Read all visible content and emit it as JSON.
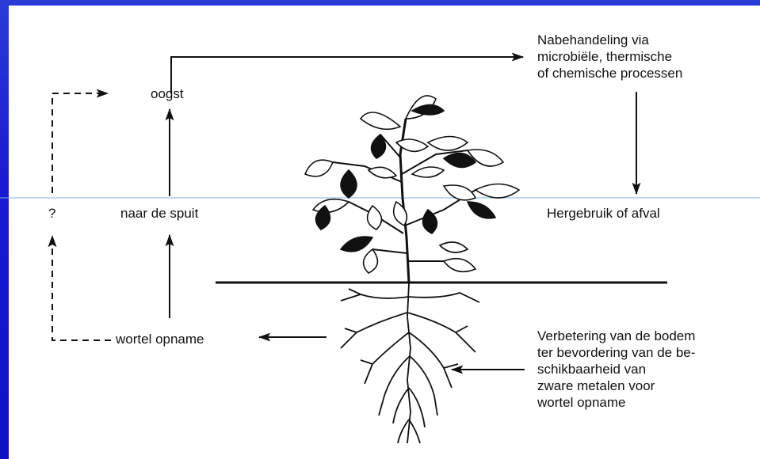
{
  "labels": {
    "oogst": "oogst",
    "naar_de_spuit": "naar de spuit",
    "question": "?",
    "wortel_opname": "wortel opname",
    "hergebruik": "Hergebruik of afval",
    "nabehandeling": [
      "Nabehandeling via",
      "microbiële, thermische",
      "of chemische processen"
    ],
    "verbetering": [
      "Verbetering van de  bodem",
      "ter bevordering van de be-",
      "schikbaarheid van",
      "zware metalen voor",
      "wortel opname"
    ]
  },
  "colors": {
    "frame": "#1616c8",
    "panel": "#ffffff",
    "ink": "#111111"
  }
}
